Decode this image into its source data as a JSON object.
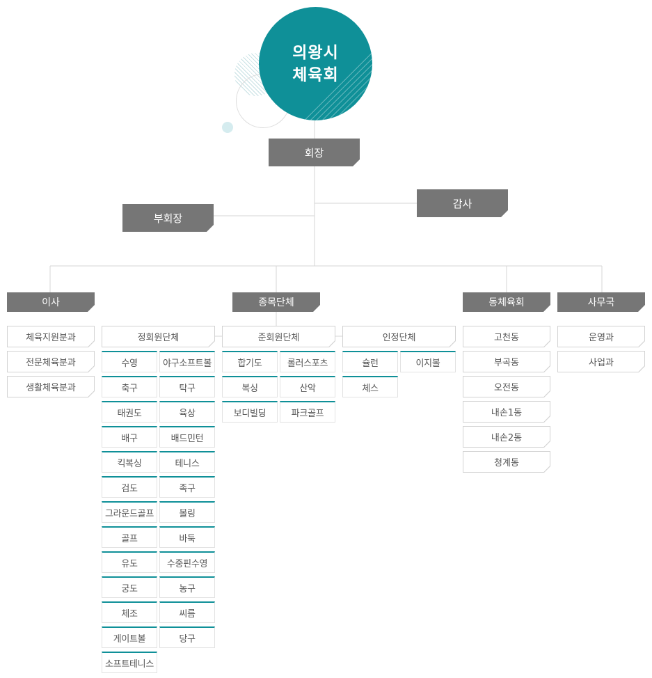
{
  "root": {
    "line1": "의왕시",
    "line2": "체육회"
  },
  "president": "회장",
  "vice_president": "부회장",
  "auditor": "감사",
  "heads": {
    "directors": "이사",
    "sports": "종목단체",
    "dong": "동체육회",
    "office": "사무국"
  },
  "director_items": [
    "체육지원분과",
    "전문체육분과",
    "생활체육분과"
  ],
  "regular": {
    "title": "정회원단체",
    "col1": [
      "수영",
      "축구",
      "태권도",
      "배구",
      "킥복싱",
      "검도",
      "그라운드골프",
      "골프",
      "유도",
      "궁도",
      "체조",
      "게이트볼",
      "소프트테니스"
    ],
    "col2": [
      "야구소프트볼",
      "탁구",
      "육상",
      "배드민턴",
      "테니스",
      "족구",
      "볼링",
      "바둑",
      "수중핀수영",
      "농구",
      "씨름",
      "당구"
    ]
  },
  "associate": {
    "title": "준회원단체",
    "col1": [
      "합기도",
      "복싱",
      "보디빌딩"
    ],
    "col2": [
      "롤러스포츠",
      "산악",
      "파크골프"
    ]
  },
  "certified": {
    "title": "인정단체",
    "col1": [
      "슐런",
      "체스"
    ],
    "col2": [
      "이지볼"
    ]
  },
  "dong_items": [
    "고천동",
    "부곡동",
    "오전동",
    "내손1동",
    "내손2동",
    "청계동"
  ],
  "office_items": [
    "운영과",
    "사업과"
  ]
}
